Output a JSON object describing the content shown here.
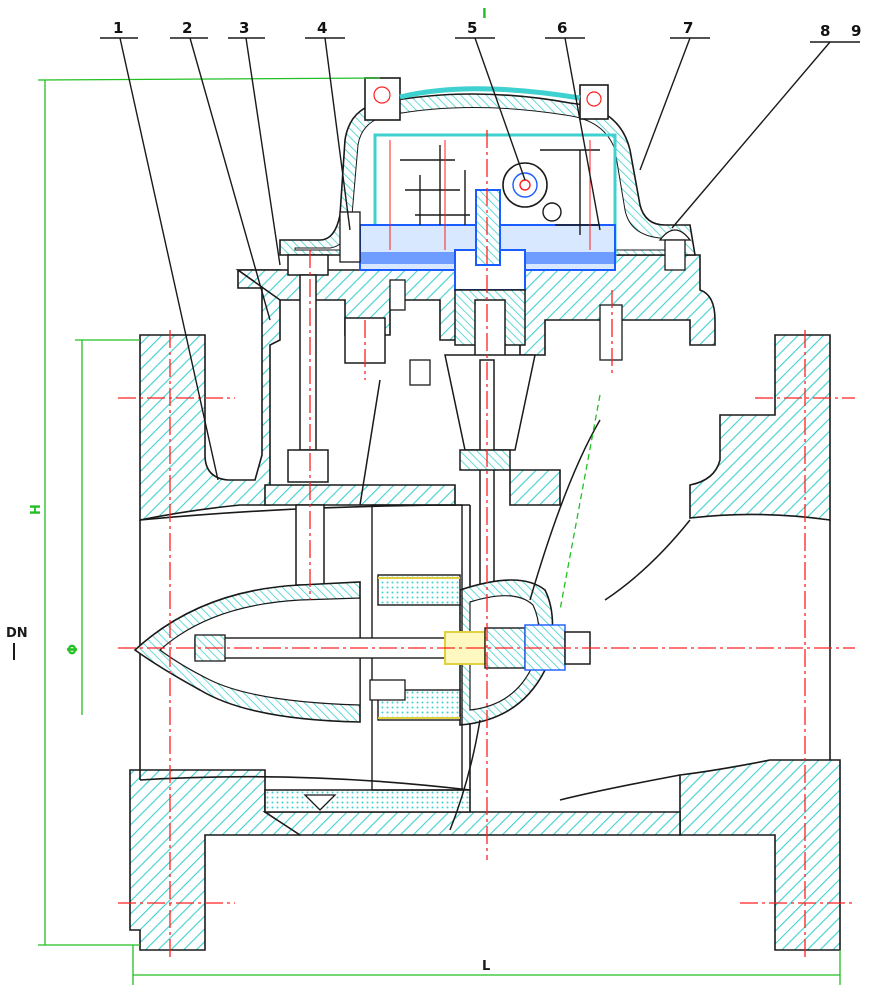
{
  "callouts": [
    {
      "id": "1",
      "text": "1"
    },
    {
      "id": "2",
      "text": "2"
    },
    {
      "id": "3",
      "text": "3"
    },
    {
      "id": "4",
      "text": "4"
    },
    {
      "id": "5",
      "text": "5"
    },
    {
      "id": "6",
      "text": "6"
    },
    {
      "id": "7",
      "text": "7"
    },
    {
      "id": "8",
      "text": "8"
    },
    {
      "id": "9",
      "text": "9"
    }
  ],
  "dimensions": {
    "length": "L",
    "height": "H",
    "diameter": "Φ",
    "dn": "DN",
    "top_mark": "I"
  },
  "colors": {
    "outline": "#1a1a1a",
    "hatch": "#3fd0d0",
    "centerline": "#ff2020",
    "dimension": "#22c022",
    "register": "#1a5cff",
    "accent": "#e0d040"
  }
}
